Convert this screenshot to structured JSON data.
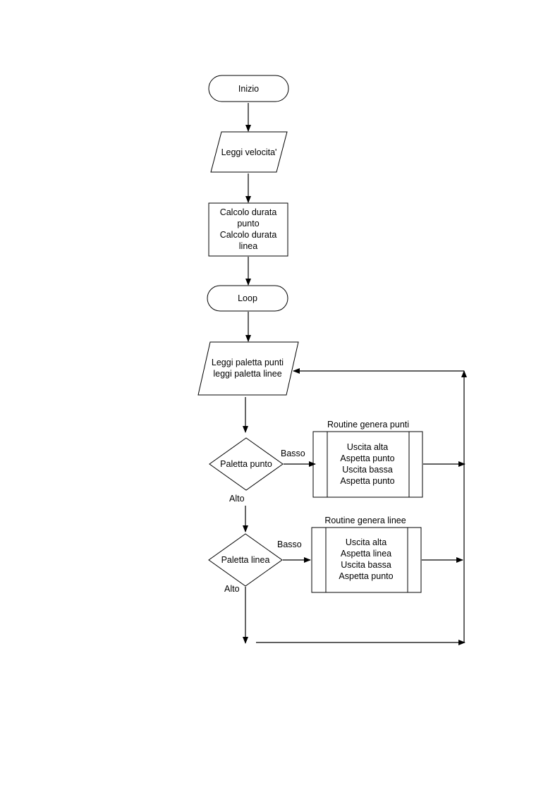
{
  "flowchart": {
    "start": "Inizio",
    "read_speed": "Leggi velocita'",
    "compute": [
      "Calcolo durata",
      "punto",
      "Calcolo durata",
      "linea"
    ],
    "loop": "Loop",
    "read_paddles": [
      "Leggi paletta punti",
      "leggi paletta linee"
    ],
    "decision_dot": "Paletta punto",
    "decision_line": "Paletta linea",
    "label_low_dot": "Basso",
    "label_high_dot": "Alto",
    "label_low_line": "Basso",
    "label_high_line": "Alto",
    "routine_dots": {
      "title": "Routine genera punti",
      "steps": [
        "Uscita alta",
        "Aspetta punto",
        "Uscita bassa",
        "Aspetta punto"
      ]
    },
    "routine_lines": {
      "title": "Routine genera linee",
      "steps": [
        "Uscita alta",
        "Aspetta linea",
        "Uscita bassa",
        "Aspetta punto"
      ]
    }
  }
}
